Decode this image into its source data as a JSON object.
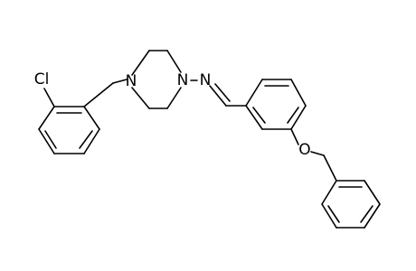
{
  "molecule": {
    "atoms": {
      "cl": "Cl",
      "n_benzyl": "N",
      "n_ring": "N",
      "n_imine": "N",
      "o_ether": "O"
    }
  },
  "colors": {
    "bond": "#000000",
    "label": "#000000",
    "background": "#ffffff"
  }
}
